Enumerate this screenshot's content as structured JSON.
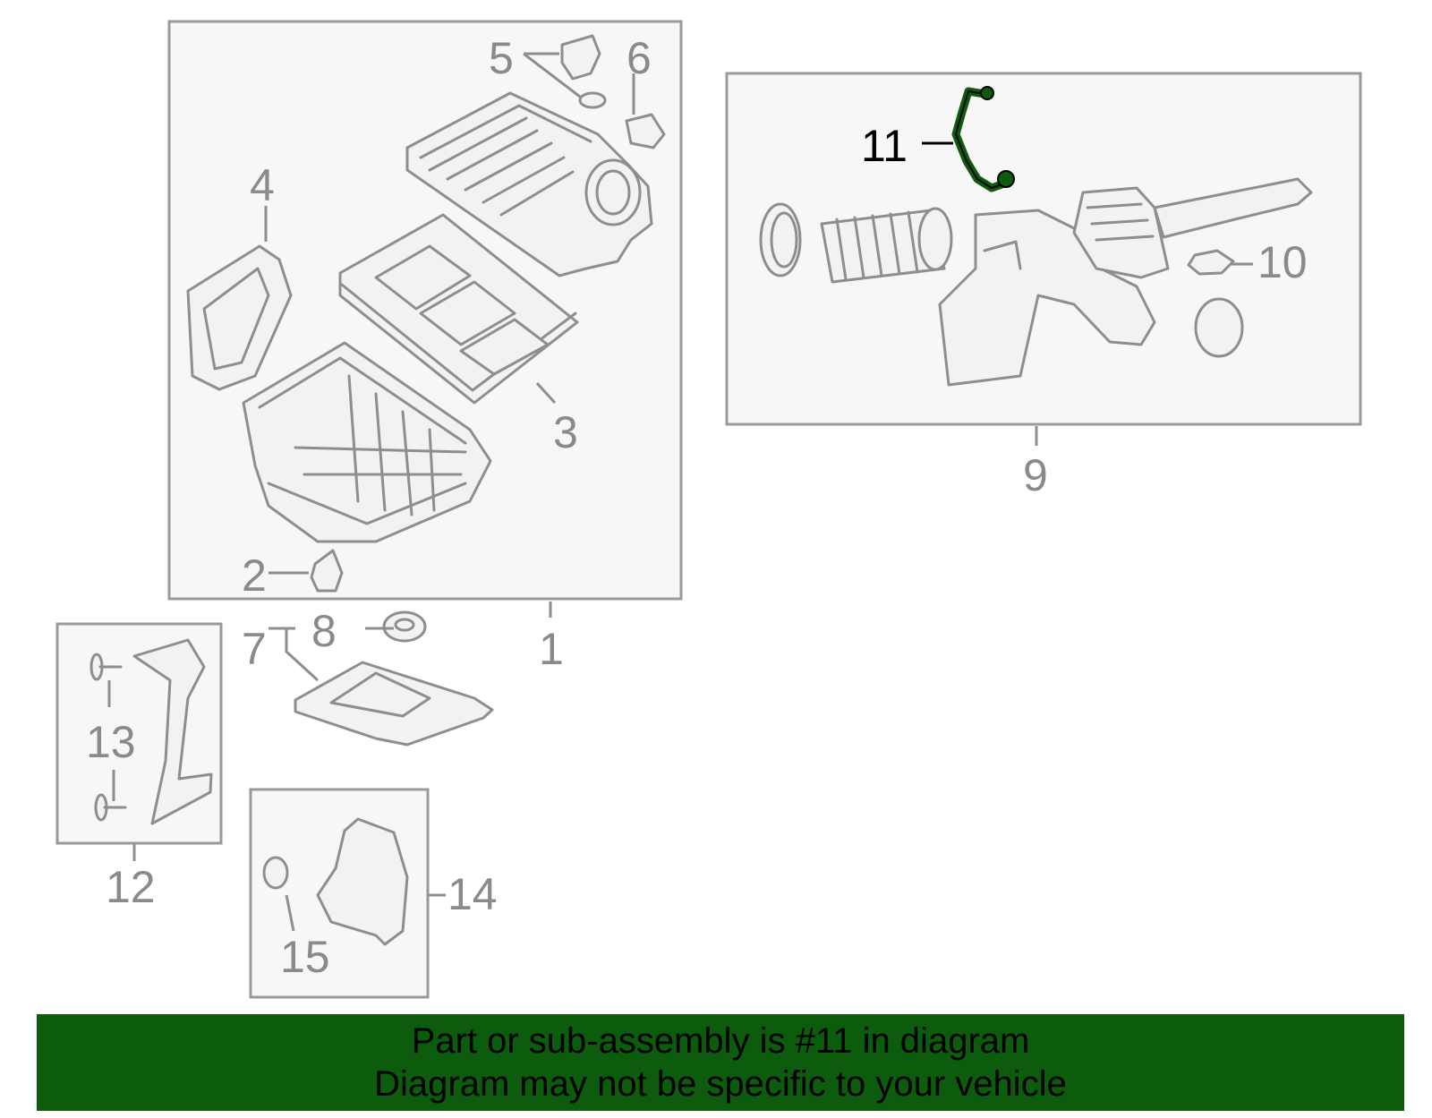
{
  "diagram": {
    "callouts": {
      "c1": "1",
      "c2": "2",
      "c3": "3",
      "c4": "4",
      "c5": "5",
      "c6": "6",
      "c7": "7",
      "c8": "8",
      "c9": "9",
      "c10": "10",
      "c11": "11",
      "c12": "12",
      "c13": "13",
      "c14": "14",
      "c15": "15"
    },
    "highlight_color": "#0d5c0d",
    "highlighted_part": "11"
  },
  "banner": {
    "line1": "Part or sub-assembly is #11 in diagram",
    "line2": "Diagram may not be specific to your vehicle",
    "background": "#0d5c0d"
  }
}
